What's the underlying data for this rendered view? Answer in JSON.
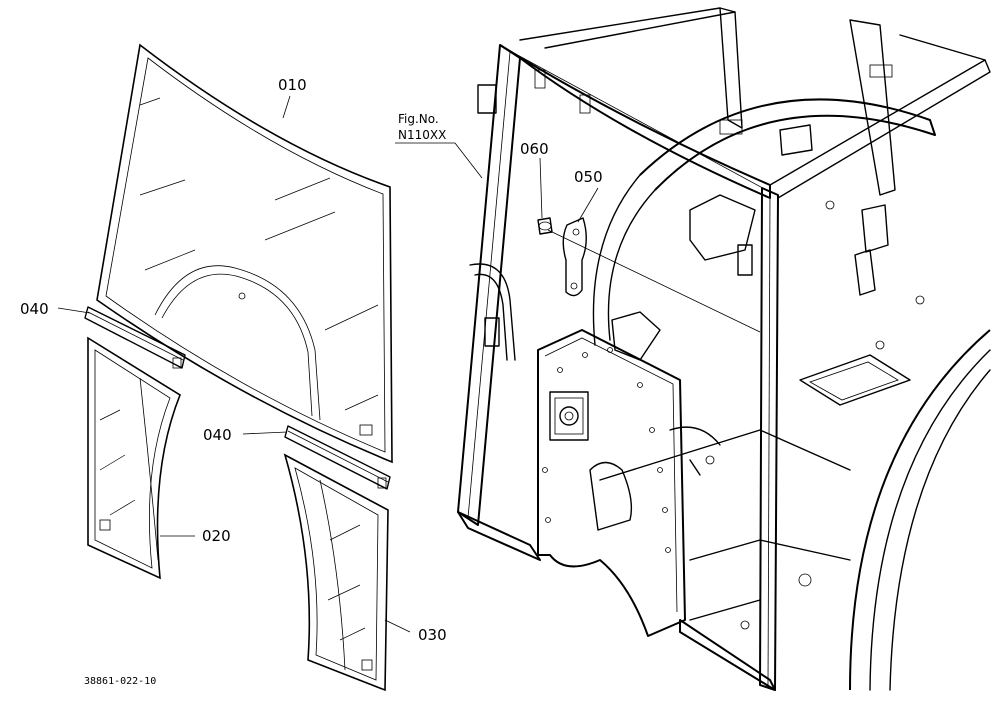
{
  "callouts": {
    "p010": "010",
    "p020": "020",
    "p030": "030",
    "p040_left": "040",
    "p040_right": "040",
    "p050": "050",
    "p060": "060"
  },
  "fig_ref": {
    "line1": "Fig.No.",
    "line2": "N110XX"
  },
  "drawing_number": "38861-022-10"
}
